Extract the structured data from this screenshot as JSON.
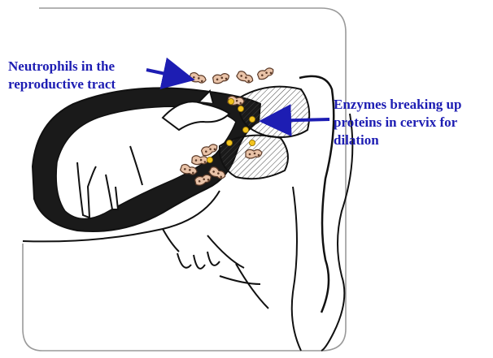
{
  "labels": {
    "neutrophils": [
      "Neutrophils in the",
      "reproductive tract"
    ],
    "enzymes": [
      "Enzymes breaking up",
      "proteins in cervix for",
      "dilation"
    ]
  },
  "colors": {
    "label_text": "#1d1db3",
    "arrow": "#1d1db3",
    "neutrophil_fill": "#e9c3a8",
    "neutrophil_stroke": "#5b3a28",
    "enzyme_dot": "#f2c21d",
    "enzyme_stroke": "#8a6a00",
    "outline": "#111111",
    "dark_fill": "#1a1a1a",
    "frame": "#999999"
  },
  "icons": {
    "neutrophil": "neutrophil-cell-icon",
    "enzyme": "enzyme-dot-icon"
  }
}
